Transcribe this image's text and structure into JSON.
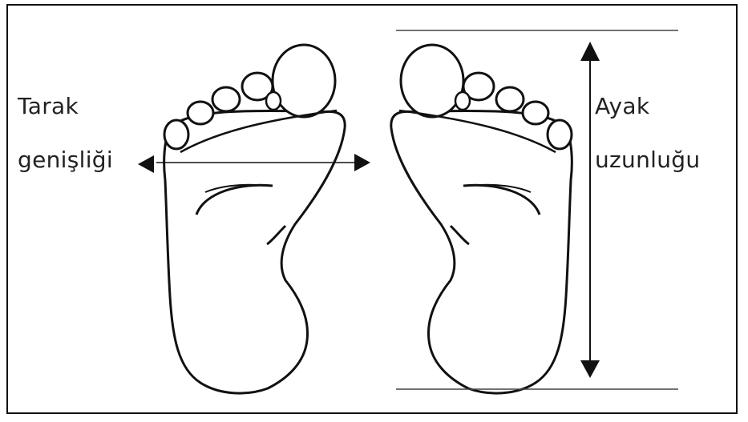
{
  "labels": {
    "forefoot_width": [
      "Tarak",
      "genişliği"
    ],
    "foot_length": [
      "Ayak",
      "uzunluğu"
    ]
  }
}
